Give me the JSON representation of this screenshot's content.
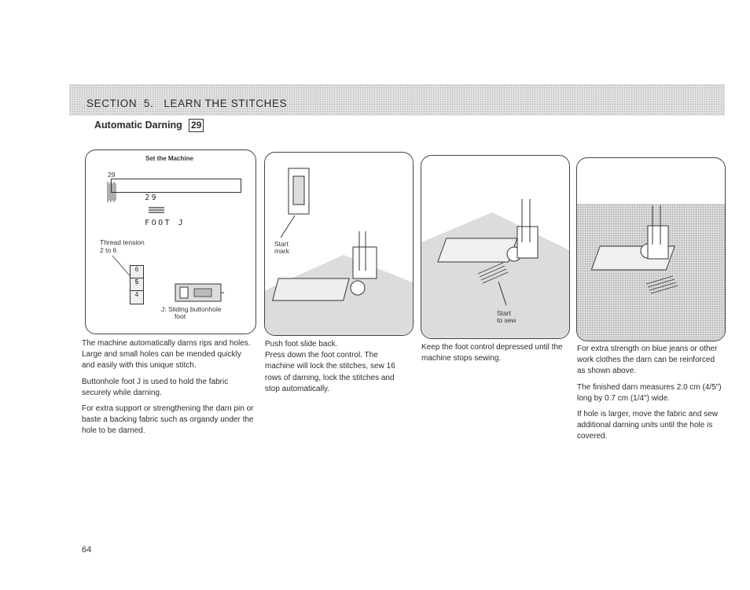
{
  "header": {
    "section_label": "SECTION  5.   LEARN THE STITCHES",
    "subtitle": "Automatic Darning",
    "stitch_number": "29"
  },
  "panel1": {
    "title": "Set the Machine",
    "pattern_number": "29",
    "display_number": "29",
    "display_foot": "FOOT J",
    "thread_tension_label": "Thread tension",
    "thread_tension_value": "2 to 6",
    "dial_top": "6",
    "dial_mid": "5",
    "dial_bottom": "4",
    "foot_caption_line1": "J:  Sliding buttonhole",
    "foot_caption_line2": "foot"
  },
  "panel2": {
    "start_label_1": "Start",
    "start_label_2": "mark"
  },
  "panel3": {
    "start_label_1": "Start",
    "start_label_2": "to sew"
  },
  "columns": {
    "col1": [
      "The machine automatically darns rips and holes. Large and small holes can be mended quickly and easily with this unique stitch.",
      "Buttonhole foot J is used to hold the fabric securely while darning.",
      "For extra support or strengthening the darn pin or baste a backing fabric such as organdy under the hole to be darned."
    ],
    "col2": [
      "Push foot slide back.",
      "Press down the foot control. The machine will lock the stitches, sew 16 rows of darning, lock the stitches and stop automatically."
    ],
    "col3": [
      "Keep the foot control depressed until the machine stops sewing."
    ],
    "col4": [
      "For extra strength on blue jeans or other work clothes the darn can be reinforced as shown above.",
      "The finished darn measures 2.0 cm (4/5\") long by 0.7 cm (1/4\") wide.",
      "If hole is larger, move the fabric and sew additional darning units until the hole is covered."
    ]
  },
  "page_number": "64"
}
